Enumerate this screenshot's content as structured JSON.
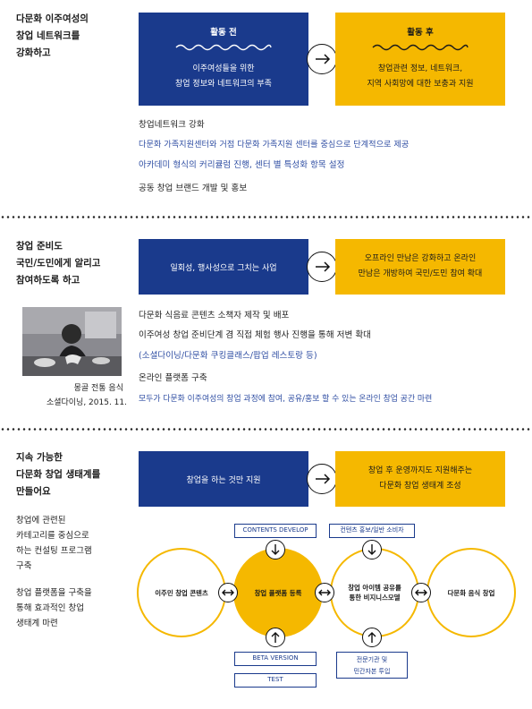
{
  "section1": {
    "title": [
      "다문화 이주여성의",
      "창업 네트워크를",
      "강화하고"
    ],
    "before": {
      "label": "활동 전",
      "desc": [
        "이주여성들을 위한",
        "창업 정보와 네트워크의 부족"
      ]
    },
    "after": {
      "label": "활동 후",
      "desc": [
        "창업관련 정보, 네트워크,",
        "지역 사회망에 대한 보충과 지원"
      ]
    },
    "lines": [
      "창업네트워크 강화",
      "다문화 가족지원센터와 거점 다문화 가족지원 센터를 중심으로 단계적으로 제공",
      "아카데미 형식의 커리큘럼 진행, 센터 별 특성화 항목 설정",
      "공동 창업 브랜드 개발 및 홍보"
    ]
  },
  "section2": {
    "title": [
      "창업 준비도",
      "국민/도민에게 알리고",
      "참여하도록 하고"
    ],
    "before_desc": "일회성, 행사성으로 그치는 사업",
    "after_desc": [
      "오프라인 만남은 강화하고 온라인",
      "만남은 개방하여 국민/도민 참여 확대"
    ],
    "photo_caption": [
      "몽골 전통 음식",
      "소셜다이닝, 2015. 11."
    ],
    "lines": [
      "다문화 식음료 콘텐츠 소책자 제작 및 배포",
      "이주여성 창업 준비단계 겸 직접 체험 행사 진행을 통해 저변 확대",
      "(소셜다이닝/다문화 쿠킹클래스/팝업 레스토랑 등)",
      "온라인 플랫폼 구축",
      "모두가 다문화 이주여성의 창업 과정에 참여, 공유/홍보 할 수 있는 온라인 창업 공간 마련"
    ]
  },
  "section3": {
    "title": [
      "지속 가능한",
      "다문화 창업 생태계를",
      "만들어요"
    ],
    "side_paragraphs": [
      [
        "창업에 관련된",
        "카테고리를 중심으로",
        "하는 컨설팅 프로그램",
        "구축"
      ],
      [
        "창업 플랫폼을 구축을",
        "통해 효과적인 창업",
        "생태계 마련"
      ]
    ],
    "before_desc": "창업을 하는 것만 지원",
    "after_desc": [
      "창업 후 운영까지도 지원해주는",
      "다문화 창업 생태계 조성"
    ],
    "diagram": {
      "circle1": "이주민 창업 콘텐츠",
      "circle2": "창업 플랫폼 등록",
      "circle3": [
        "창업 아이템 공유를",
        "통한 비지니스모델"
      ],
      "circle4": "다문화 음식 창업",
      "top_tag1": "CONTENTS DEVELOP",
      "top_tag2": "컨텐츠 홍보/일반 소비자",
      "bottom_tag1": "BETA VERSION",
      "bottom_tag2": "TEST",
      "bottom_tag3": [
        "전문기관 및",
        "민간자본 투입"
      ]
    }
  },
  "colors": {
    "navy": "#1a3a8c",
    "gold": "#f5b800",
    "blue_text": "#2f4ea3"
  }
}
